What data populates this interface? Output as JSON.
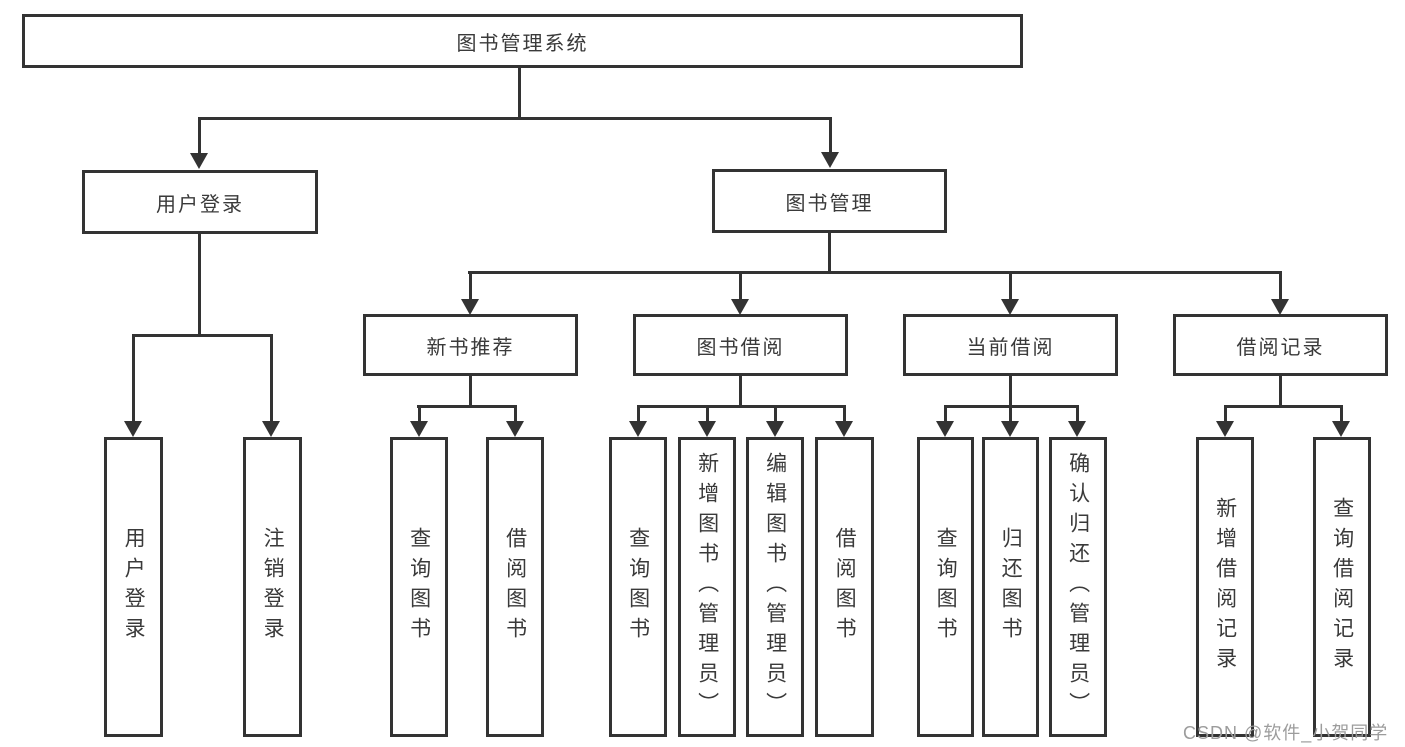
{
  "diagram": {
    "tree": {
      "root": {
        "label": "图书管理系统"
      },
      "branches": [
        {
          "label": "用户登录",
          "children": [
            {
              "label": "用户登录"
            },
            {
              "label": "注销登录"
            }
          ]
        },
        {
          "label": "图书管理",
          "children": [
            {
              "label": "新书推荐",
              "children": [
                {
                  "label": "查询图书"
                },
                {
                  "label": "借阅图书"
                }
              ]
            },
            {
              "label": "图书借阅",
              "children": [
                {
                  "label": "查询图书"
                },
                {
                  "label": "新增图书（管理员）"
                },
                {
                  "label": "编辑图书（管理员）"
                },
                {
                  "label": "借阅图书"
                }
              ]
            },
            {
              "label": "当前借阅",
              "children": [
                {
                  "label": "查询图书"
                },
                {
                  "label": "归还图书"
                },
                {
                  "label": "确认归还（管理员）"
                }
              ]
            },
            {
              "label": "借阅记录",
              "children": [
                {
                  "label": "新增借阅记录"
                },
                {
                  "label": "查询借阅记录"
                }
              ]
            }
          ]
        }
      ]
    },
    "watermark": {
      "text": "CSDN @软件_小贺同学"
    },
    "colors": {
      "line": "#333333",
      "text": "#3a3a3a",
      "watermark": "#9c9c9c",
      "background": "#ffffff"
    }
  }
}
